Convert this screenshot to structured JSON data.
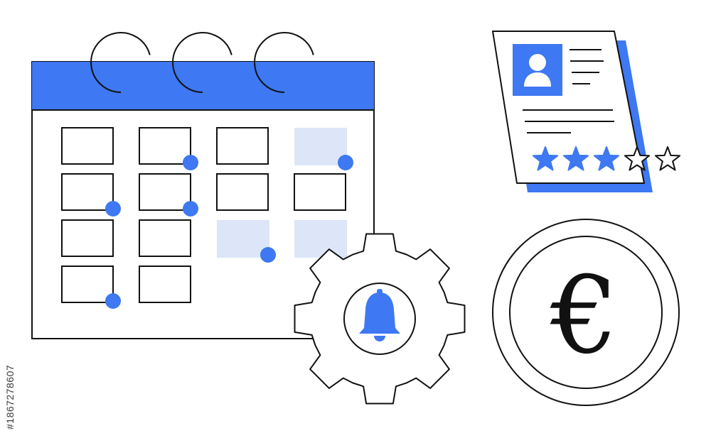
{
  "colors": {
    "accent": "#3e78f2",
    "light": "#dce6f8",
    "stroke": "#111111",
    "background": "#ffffff"
  },
  "watermark": {
    "stock_id": "#1867278607"
  },
  "calendar": {
    "rings": 3,
    "columns": 4,
    "rows": 4,
    "cells": [
      {
        "row": 0,
        "col": 0,
        "style": "outline",
        "marker": false
      },
      {
        "row": 0,
        "col": 1,
        "style": "outline",
        "marker": true
      },
      {
        "row": 0,
        "col": 2,
        "style": "outline",
        "marker": false
      },
      {
        "row": 0,
        "col": 3,
        "style": "filled",
        "marker": true
      },
      {
        "row": 1,
        "col": 0,
        "style": "outline",
        "marker": true
      },
      {
        "row": 1,
        "col": 1,
        "style": "outline",
        "marker": true
      },
      {
        "row": 1,
        "col": 2,
        "style": "outline",
        "marker": false
      },
      {
        "row": 1,
        "col": 3,
        "style": "outline",
        "marker": false
      },
      {
        "row": 2,
        "col": 0,
        "style": "outline",
        "marker": false
      },
      {
        "row": 2,
        "col": 1,
        "style": "outline",
        "marker": false
      },
      {
        "row": 2,
        "col": 2,
        "style": "filled",
        "marker": true
      },
      {
        "row": 2,
        "col": 3,
        "style": "filled",
        "marker": false
      },
      {
        "row": 3,
        "col": 0,
        "style": "outline",
        "marker": true
      },
      {
        "row": 3,
        "col": 1,
        "style": "outline",
        "marker": false
      }
    ]
  },
  "gear": {
    "icon": "bell-icon"
  },
  "resume": {
    "rating": 3,
    "max_rating": 5,
    "icon": "user-avatar-icon"
  },
  "coin": {
    "symbol": "€",
    "icon": "euro-icon"
  }
}
